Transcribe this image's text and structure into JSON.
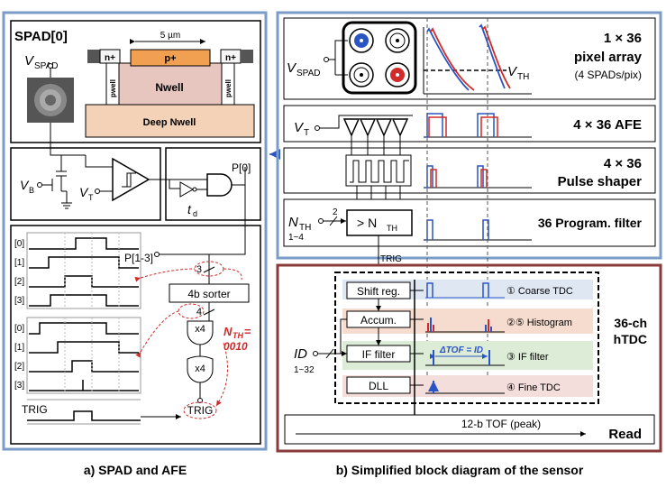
{
  "panel_a": {
    "spad_title": "SPAD[0]",
    "vspad": "V",
    "vspad_sub": "SPAD",
    "dim": "5 µm",
    "layers": {
      "nplus": "n+",
      "pplus": "p+",
      "pwell": "pwell",
      "nwell": "Nwell",
      "deep_nwell": "Deep Nwell"
    },
    "vb": "V",
    "vb_sub": "B",
    "vt": "V",
    "vt_sub": "T",
    "td": "t",
    "td_sub": "d",
    "p0": "P[0]",
    "p13": "P[1-3]",
    "three": "3",
    "four": "4",
    "sorter": "4b sorter",
    "x4a": "x4",
    "x4b": "x4",
    "nth_label": "N",
    "nth_sub": "TH",
    "nth_eq": "=",
    "nth_val": "0010",
    "trig_circ": "TRIG",
    "trig": "TRIG",
    "waves_top_labels": [
      "[0]",
      "[1]",
      "[2]",
      "[3]"
    ],
    "waves_bot_labels": [
      "[0]",
      "[1]",
      "[2]",
      "[3]"
    ]
  },
  "panel_b": {
    "pixel_array": "1 × 36",
    "pixel_array2": "pixel array",
    "pixel_note": "(4 SPADs/pix)",
    "vspad": "V",
    "vspad_sub": "SPAD",
    "vth": "V",
    "vth_sub": "TH",
    "vt": "V",
    "vt_sub": "T",
    "afe": "4 × 36 AFE",
    "ps1": "4 × 36",
    "ps2": "Pulse shaper",
    "nth": "N",
    "nth_sub": "TH",
    "nth_range": "1~4",
    "two": "2",
    "gt": "> N",
    "gt_sub": "TH",
    "filter": "36 Program. filter",
    "trig": "TRIG",
    "shift": "Shift reg.",
    "accum": "Accum.",
    "iff": "IF filter",
    "dll": "DLL",
    "coarse": "① Coarse TDC",
    "hist": "②⑤ Histogram",
    "iffl": "③ IF filter",
    "fine": "④ Fine TDC",
    "tof_eq": "ΔTOF = ID",
    "id": "ID",
    "id_range": "1~32",
    "htdc1": "36-ch",
    "htdc2": "hTDC",
    "tof12": "12-b TOF (peak)",
    "read": "Read"
  },
  "captions": {
    "a": "a) SPAD and AFE",
    "b": "b) Simplified block diagram of the sensor"
  },
  "colors": {
    "panel_border": "#7a9cc7",
    "htdc_border": "#8b3a3a",
    "blue": "#2a54c4",
    "red": "#d12a2a",
    "device_pplus": "#f0a050",
    "device_nwell": "#e8c6c0",
    "device_deep": "#f3d2b8",
    "coarse_bg": "#dfe7f3",
    "hist_bg": "#f6dccf",
    "iff_bg": "#dcecd7",
    "fine_bg": "#f3dedb"
  }
}
